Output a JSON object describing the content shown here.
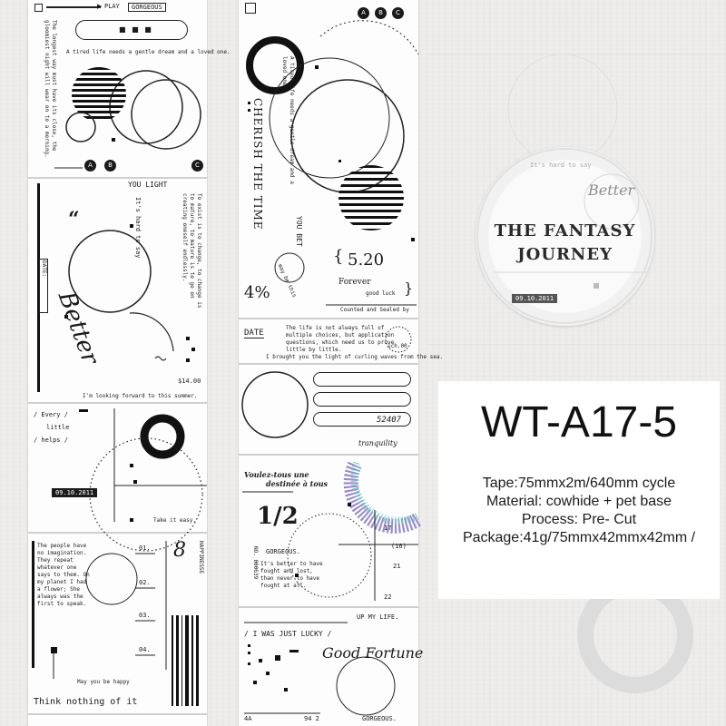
{
  "product": {
    "code": "WT-A17-5",
    "specs": [
      "Tape:75mmx2m/640mm cycle",
      "Material: cowhide + pet base",
      "Process: Pre- Cut",
      "Package:41g/75mmx42mmx42mm /"
    ]
  },
  "roll": {
    "title_line1": "THE FANTASY",
    "title_line2": "JOURNEY",
    "date": "09.10.2011",
    "script": "Better",
    "hint": "It's hard to say"
  },
  "strip1": {
    "header_play": "PLAY",
    "header_gorgeous": "GORGEOUS",
    "tired_life": "A tired life needs a gentle dream and a loved one.",
    "vertical_quote": "The longest way must have its close, the gloomiest night will wear on to a morning.",
    "abc": [
      "A",
      "B",
      "C"
    ],
    "you_light": "YOU LIGHT",
    "its_hard": "It's hard to say",
    "to_exist": "To exist is to change, to change is to mature, to mature is to go on creating oneself endlessly.",
    "date_label": "DATE:",
    "price": "$14.00",
    "looking_forward": "I'm looking forward to this summer.",
    "better": "Better",
    "every_line1": "/ Every /",
    "every_line2": "little",
    "every_line3": "/ helps /",
    "date_box": "09.10.2011",
    "take_it": "Take it easy.",
    "people": "The people have no imagination. They repeat whatever one says to them. On my planet I had a flower; She always was the first to speak.",
    "num1": "01.",
    "num2": "02.",
    "num3": "03.",
    "num4": "04.",
    "eight": "8",
    "happinesse": "HAPPINESSE",
    "may_you": "May you be happy",
    "think_nothing": "Think nothing of it"
  },
  "strip2": {
    "abc": [
      "A",
      "B",
      "C"
    ],
    "tired_life": "A tired life needs a gentle dream and a loved one.",
    "cherish": "CHERISH THE TIME",
    "you_bet": "YOU BET",
    "may_be": "may be this",
    "date_num": "5.20",
    "forever": "Forever",
    "good_luck": "good luck",
    "counted": "Counted and Sealed by",
    "four_pct": "4%",
    "date_label": "DATE",
    "life_text": "The life is not always full of multiple choices, but application questions, which need us to prove little by little.",
    "time_label": "1ch.00",
    "brought": "I brought you the light of curling waves from the sea.",
    "number": "52407",
    "tranquility": "tranquility",
    "voulez": "Voulez-tous une",
    "destinee": "destinée à tous",
    "half": "1/2",
    "gorgeous": "GORGEOUS.",
    "better_fought": "It's better to have fought and lost, than never to have fought at all.",
    "no_code": "NO. 000639",
    "n17": "17",
    "n16": "(16)",
    "n21": "21",
    "n22": "22",
    "up_my_life": "UP MY LIFE.",
    "lucky": "/ I WAS JUST LUCKY /",
    "good_fortune": "Good Fortune",
    "bottom_4a": "4A",
    "bottom_94": "94 2",
    "bottom_gorgeous": "GORGEOUS."
  }
}
